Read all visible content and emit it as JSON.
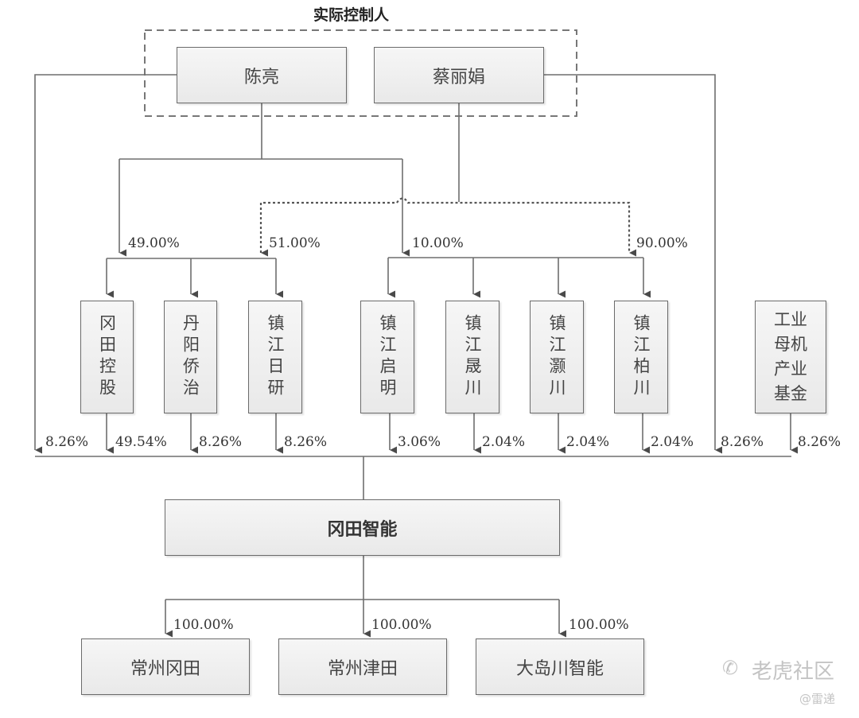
{
  "title": "实际控制人",
  "controllers": [
    {
      "name": "陈亮"
    },
    {
      "name": "蔡丽娟"
    }
  ],
  "mid_holdings": [
    {
      "label": "49.00%"
    },
    {
      "label": "51.00%"
    },
    {
      "label": "10.00%"
    },
    {
      "label": "90.00%"
    }
  ],
  "shareholders": [
    {
      "name": "冈田控股",
      "pct": "49.54%"
    },
    {
      "name": "丹阳侨治",
      "pct": "8.26%"
    },
    {
      "name": "镇江日研",
      "pct": "8.26%"
    },
    {
      "name": "镇江启明",
      "pct": "3.06%"
    },
    {
      "name": "镇江晟川",
      "pct": "2.04%"
    },
    {
      "name": "镇江灏川",
      "pct": "2.04%"
    },
    {
      "name": "镇江柏川",
      "pct": "2.04%"
    },
    {
      "name": "工业母机产业基金",
      "pct": "8.26%"
    }
  ],
  "direct_holdings": {
    "chen_liang": "8.26%",
    "cai_lijuan": "8.26%"
  },
  "company": "冈田智能",
  "subsidiaries": [
    {
      "name": "常州冈田",
      "pct": "100.00%"
    },
    {
      "name": "常州津田",
      "pct": "100.00%"
    },
    {
      "name": "大岛川智能",
      "pct": "100.00%"
    }
  ],
  "watermark": {
    "brand": "老虎社区",
    "author": "@雷递"
  }
}
